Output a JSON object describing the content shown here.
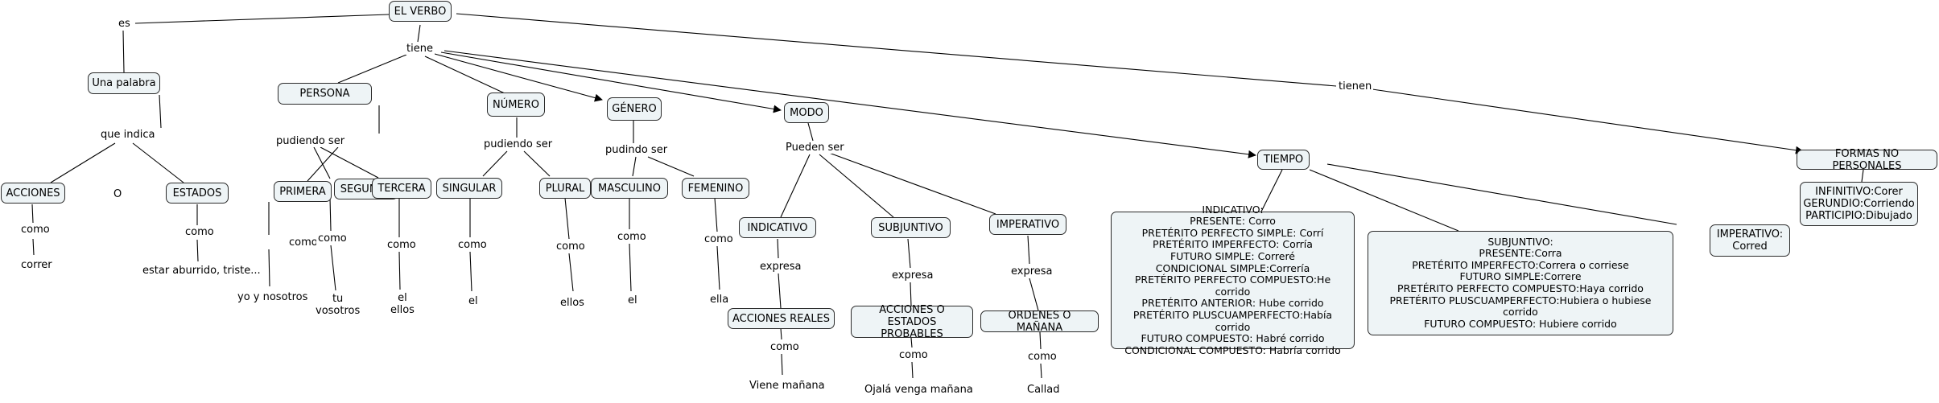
{
  "nodes": {
    "el_verbo": "EL VERBO",
    "una_palabra": "Una palabra",
    "acciones": "ACCIONES",
    "estados": "ESTADOS",
    "persona": "PERSONA",
    "primera": "PRIMERA",
    "segunda": "SEGUNDA",
    "tercera": "TERCERA",
    "numero": "NÚMERO",
    "singular": "SINGULAR",
    "plural": "PLURAL",
    "genero": "GÉNERO",
    "masculino": "MASCULINO",
    "femenino": "FEMENINO",
    "modo": "MODO",
    "indicativo": "INDICATIVO",
    "subjuntivo": "SUBJUNTIVO",
    "imperativo": "IMPERATIVO",
    "acciones_reales": "ACCIONES REALES",
    "acciones_probables": "ACCIONES O\nESTADOS PROBABLES",
    "ordenes": "ORDENES O MAÑANA",
    "tiempo": "TIEMPO",
    "formas_no_personales": "FORMAS NO PERSONALES",
    "formas_detalle": "INFINITIVO:Corer\nGERUNDIO:Corriendo\nPARTICIPIO:Dibujado",
    "tiempo_indicativo": "INDICATIVO:\nPRESENTE: Corro\nPRETÉRITO PERFECTO SIMPLE: Corrí\nPRETÉRITO IMPERFECTO: Corría\nFUTURO SIMPLE: Correré\nCONDICIONAL SIMPLE:Correría\nPRETÉRITO PERFECTO COMPUESTO:He corrido\nPRETÉRITO ANTERIOR: Hube corrido\nPRETÉRITO PLUSCUAMPERFECTO:Había corrido\nFUTURO COMPUESTO: Habré corrido\nCONDICIONAL COMPUESTO: Habría corrido",
    "tiempo_subjuntivo": "SUBJUNTIVO:\nPRESENTE:Corra\nPRETÉRITO IMPERFECTO:Correra o corriese\nFUTURO SIMPLE:Correre\nPRETÉRITO PERFECTO COMPUESTO:Haya corrido\nPRETÉRITO PLUSCUAMPERFECTO:Hubiera o hubiese corrido\nFUTURO COMPUESTO: Hubiere corrido",
    "tiempo_imperativo": "IMPERATIVO:\nCorred"
  },
  "labels": {
    "es": "es",
    "tiene": "tiene",
    "tienen": "tienen",
    "que_indica": "que indica",
    "o": "O",
    "acciones_como": "como",
    "correr": "correr",
    "estados_como": "como",
    "estar_aburrido": "estar aburrido, triste...",
    "pudiendo_ser_persona": "pudiendo ser",
    "primera_como": "como",
    "yo_nosotros": "yo y nosotros",
    "segunda_como": "como",
    "tu_vosotros": "tu\nvosotros",
    "tercera_como": "como",
    "el_ellos": "el\nellos",
    "pudiendo_ser_numero": "pudiendo ser",
    "singular_como": "como",
    "el_singular": "el",
    "plural_como": "como",
    "ellos_plural": "ellos",
    "pudindo_ser_genero": "pudindo ser",
    "masculino_como": "como",
    "el_masculino": "el",
    "femenino_como": "como",
    "ella": "ella",
    "pueden_ser": "Pueden ser",
    "expresa_indicativo": "expresa",
    "expresa_subjuntivo": "expresa",
    "expresa_imperativo": "expresa",
    "reales_como": "como",
    "viene_manana": "Viene mañana",
    "probables_como": "como",
    "ojala": "Ojalá venga mañana",
    "ordenes_como": "como",
    "callad": "Callad"
  }
}
